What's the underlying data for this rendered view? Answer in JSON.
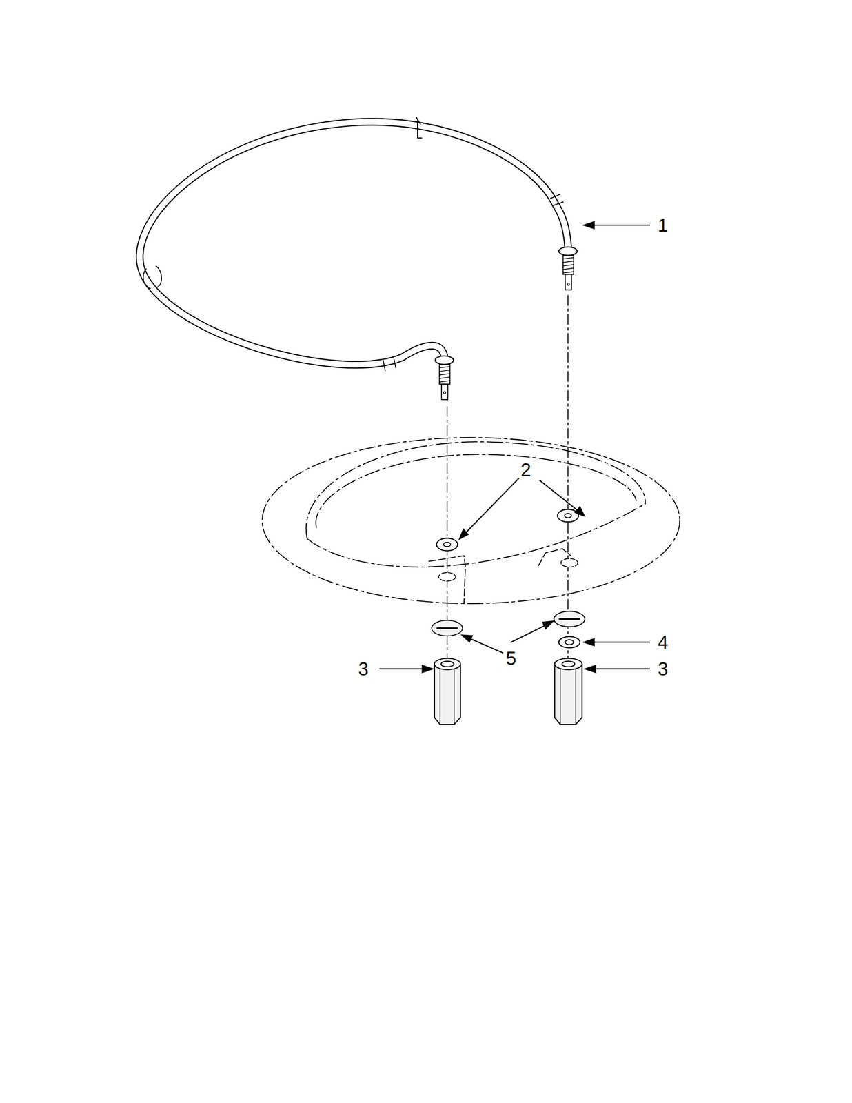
{
  "diagram": {
    "labels": [
      "1",
      "2",
      "4",
      "5",
      "3",
      "3"
    ]
  }
}
